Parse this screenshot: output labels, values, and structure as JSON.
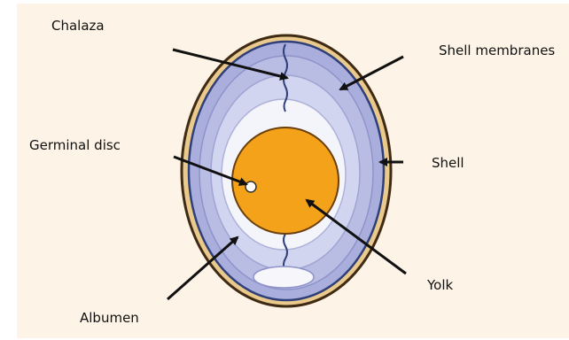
{
  "labels": {
    "chalaza": "Chalaza",
    "shell_membranes": "Shell membranes",
    "germinal_disc": "Germinal disc",
    "shell": "Shell",
    "yolk": "Yolk",
    "albumen": "Albumen"
  },
  "colors": {
    "background": "#fdf3e6",
    "shell": "#e9c98c",
    "shell_outline": "#3f2a14",
    "membrane": "#2f3f7a",
    "outer_albumen": "#a9aedc",
    "inner_albumen": "#d2d5ef",
    "thick_white": "#f4f4fb",
    "yolk": "#f4a21a",
    "yolk_outline": "#6a3f0c",
    "germinal_disc": "#ffffff",
    "air_cell": "#f6f6fb",
    "arrow": "#111111"
  }
}
